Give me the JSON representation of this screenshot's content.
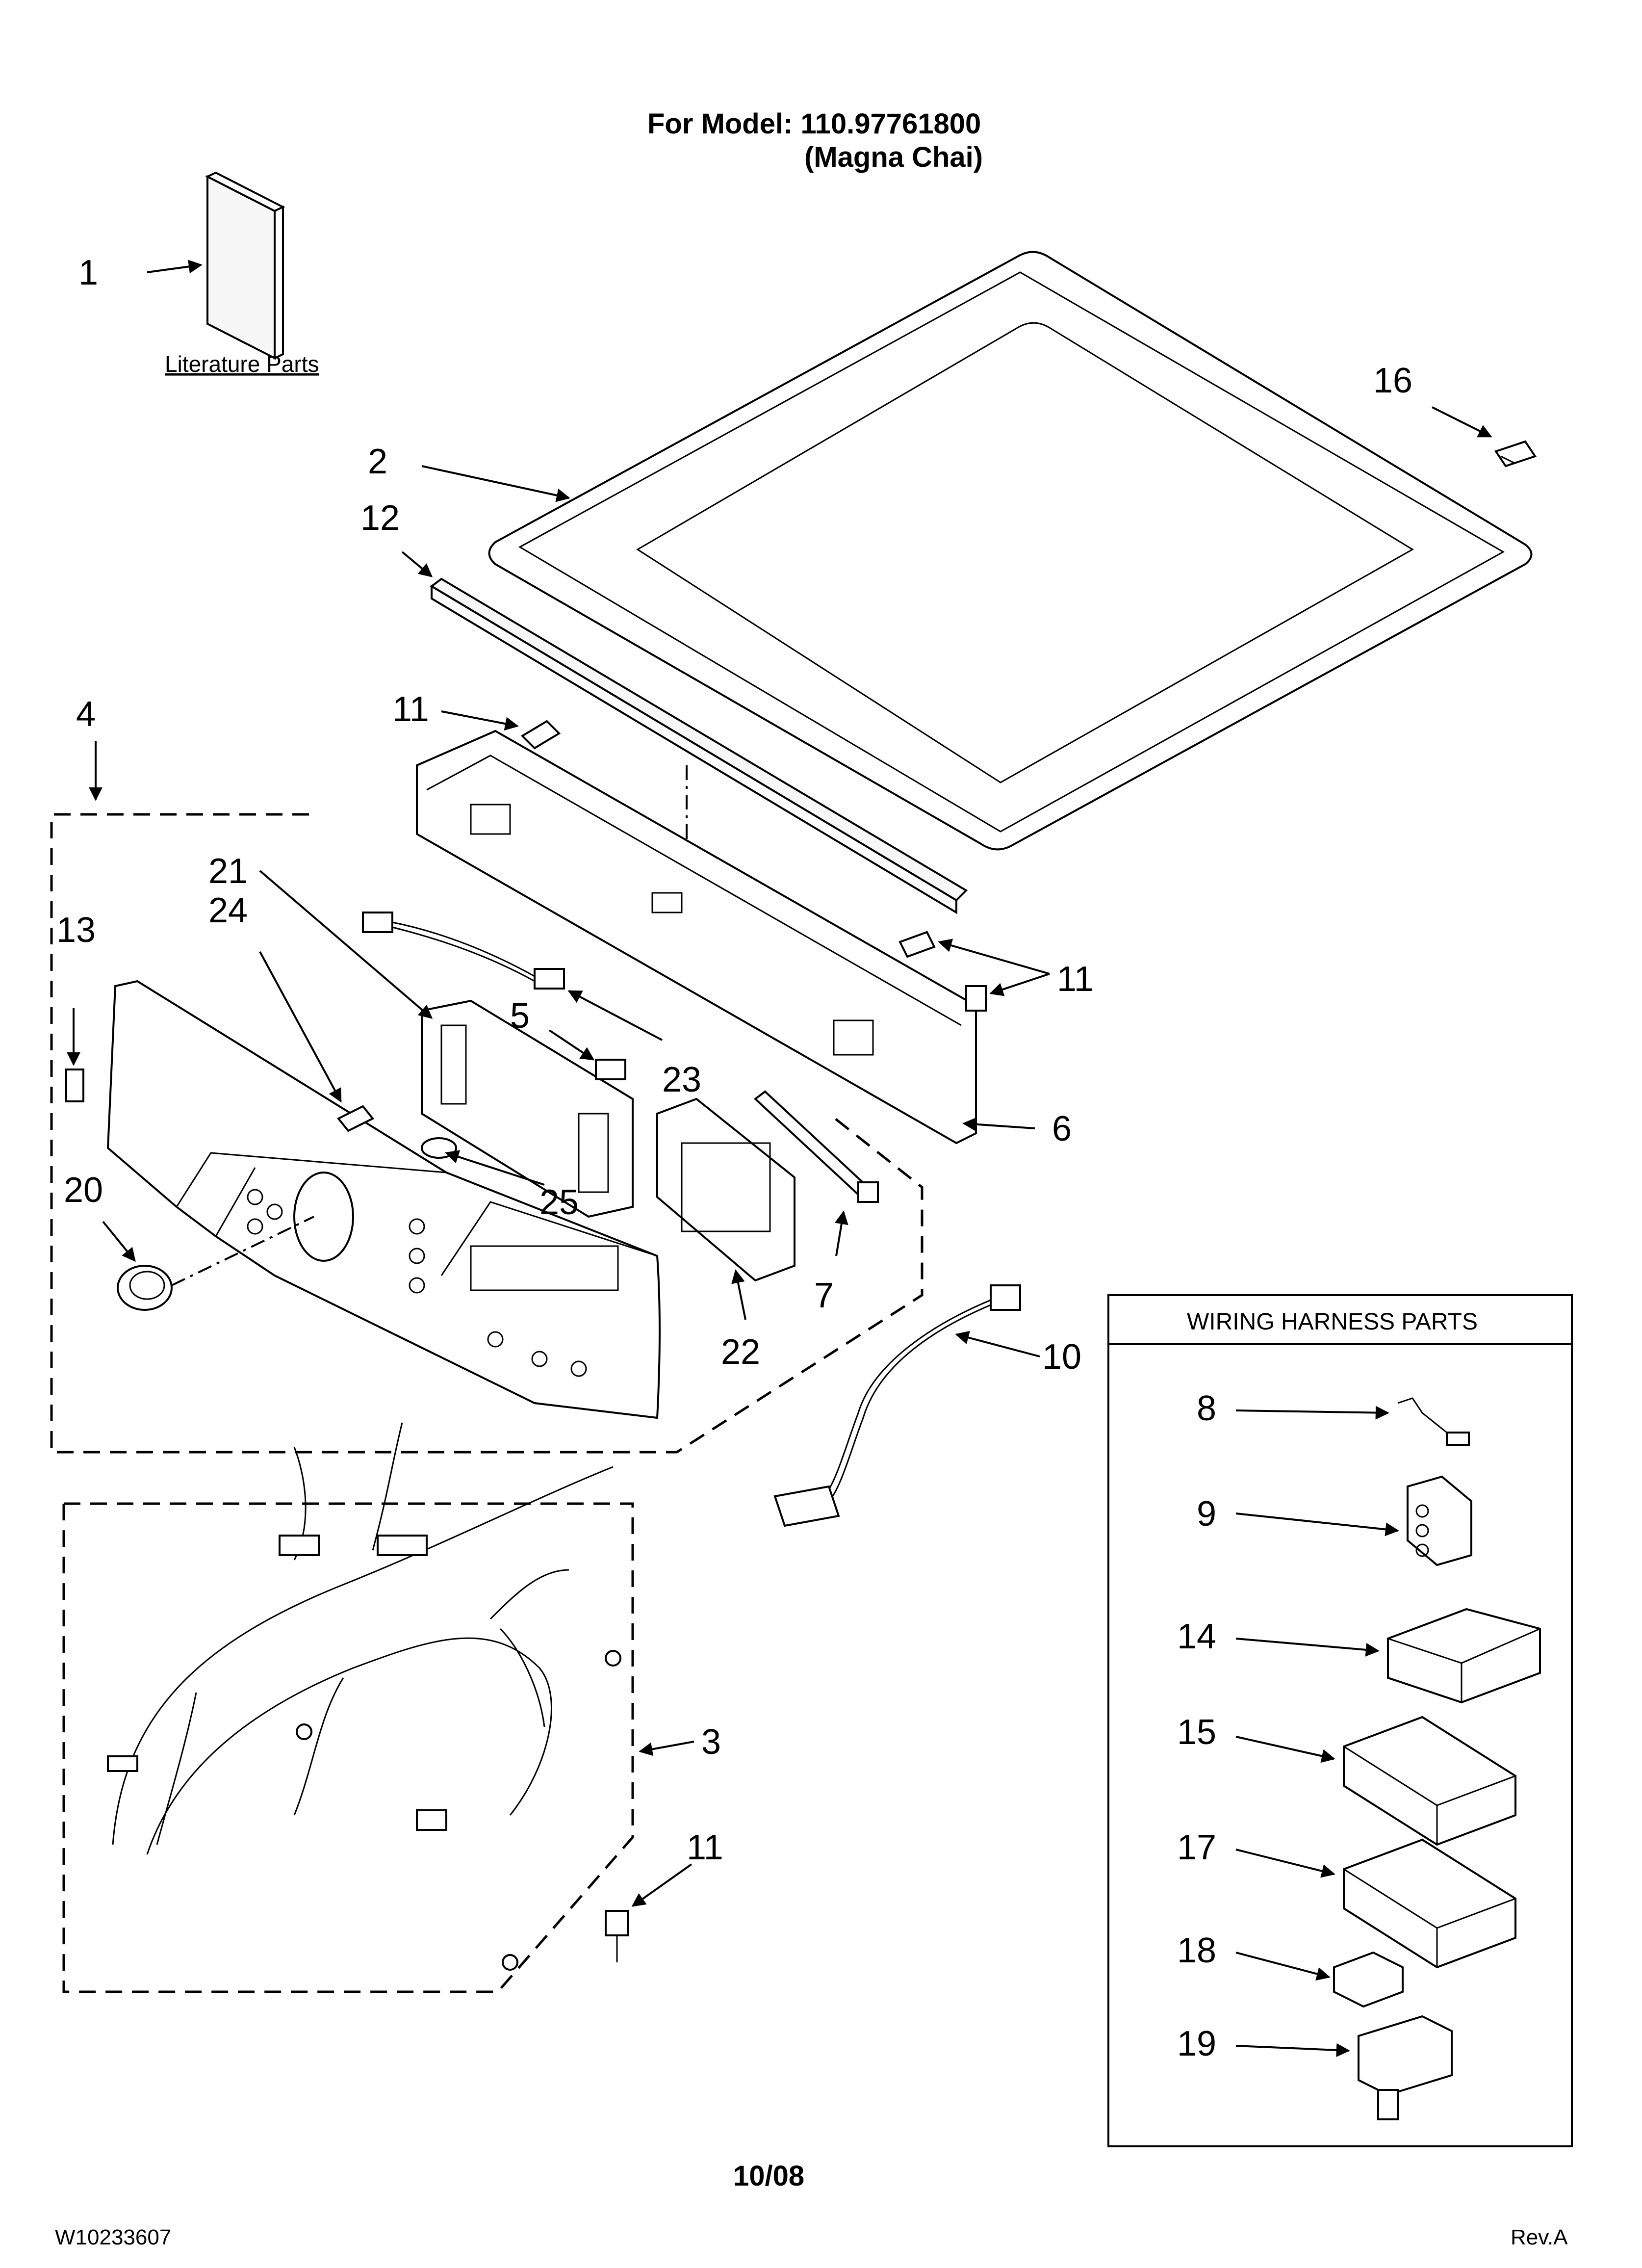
{
  "header": {
    "model_line": "For Model: 110.97761800",
    "variant_line": "(Magna Chai)"
  },
  "literature_label": "Literature Parts",
  "wiring_box_title": "WIRING HARNESS PARTS",
  "callouts": {
    "c1": "1",
    "c2": "2",
    "c3": "3",
    "c4": "4",
    "c5": "5",
    "c6": "6",
    "c7": "7",
    "c8": "8",
    "c9": "9",
    "c10": "10",
    "c11a": "11",
    "c11b": "11",
    "c11c": "11",
    "c12": "12",
    "c13": "13",
    "c14": "14",
    "c15": "15",
    "c16": "16",
    "c17": "17",
    "c18": "18",
    "c19": "19",
    "c20": "20",
    "c21": "21",
    "c22": "22",
    "c23": "23",
    "c24": "24",
    "c25": "25"
  },
  "footer": {
    "date": "10/08",
    "doc_number": "W10233607",
    "revision": "Rev.A"
  }
}
